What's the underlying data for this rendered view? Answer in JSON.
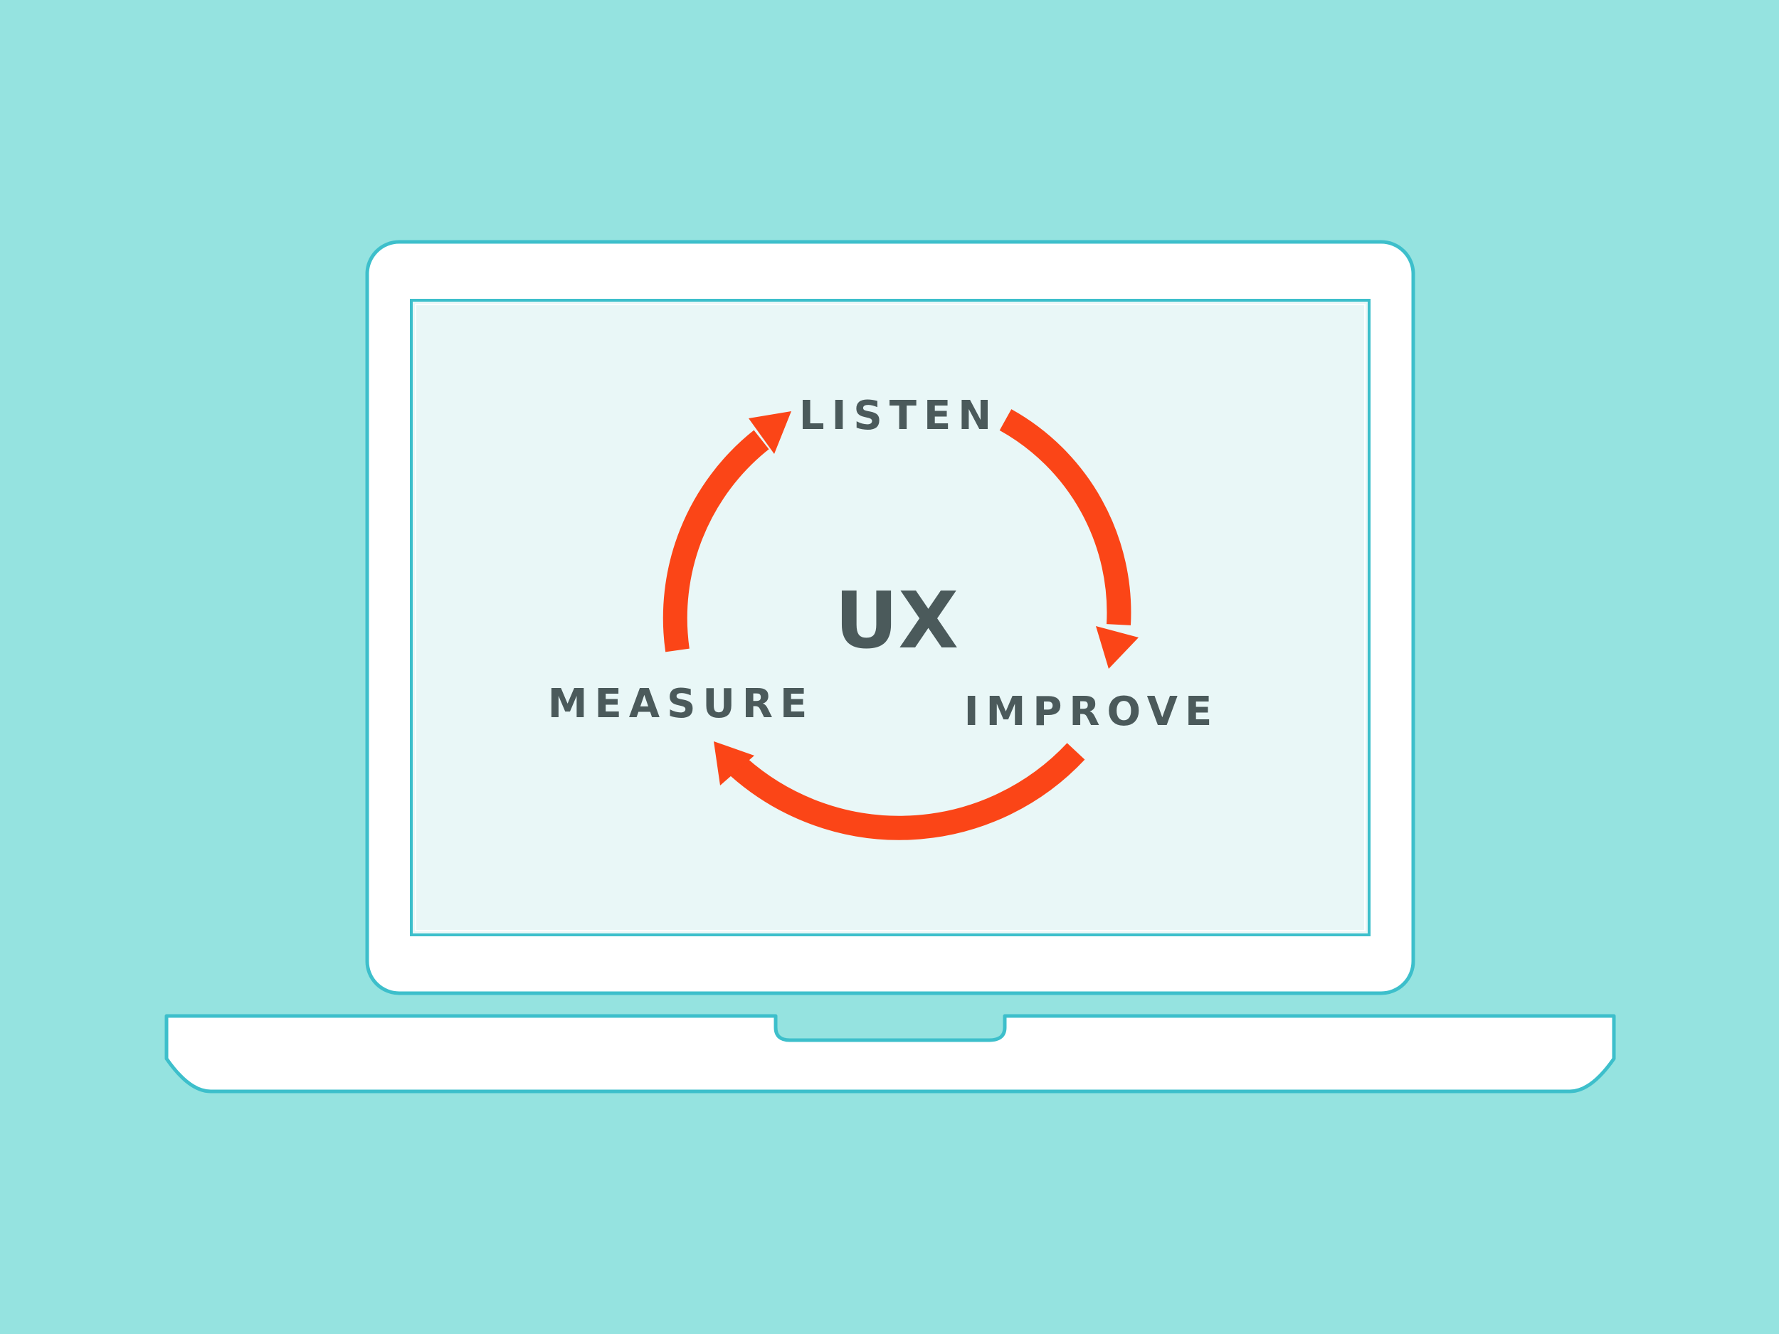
{
  "diagram": {
    "center_label": "UX",
    "steps": [
      {
        "label": "LISTEN"
      },
      {
        "label": "IMPROVE"
      },
      {
        "label": "MEASURE"
      }
    ]
  },
  "colors": {
    "background": "#95e3e0",
    "device_outline": "#3dbfcb",
    "device_body": "#ffffff",
    "screen_fill": "#e9f7f7",
    "arrow": "#fb4517",
    "text": "#4b5a5b"
  }
}
